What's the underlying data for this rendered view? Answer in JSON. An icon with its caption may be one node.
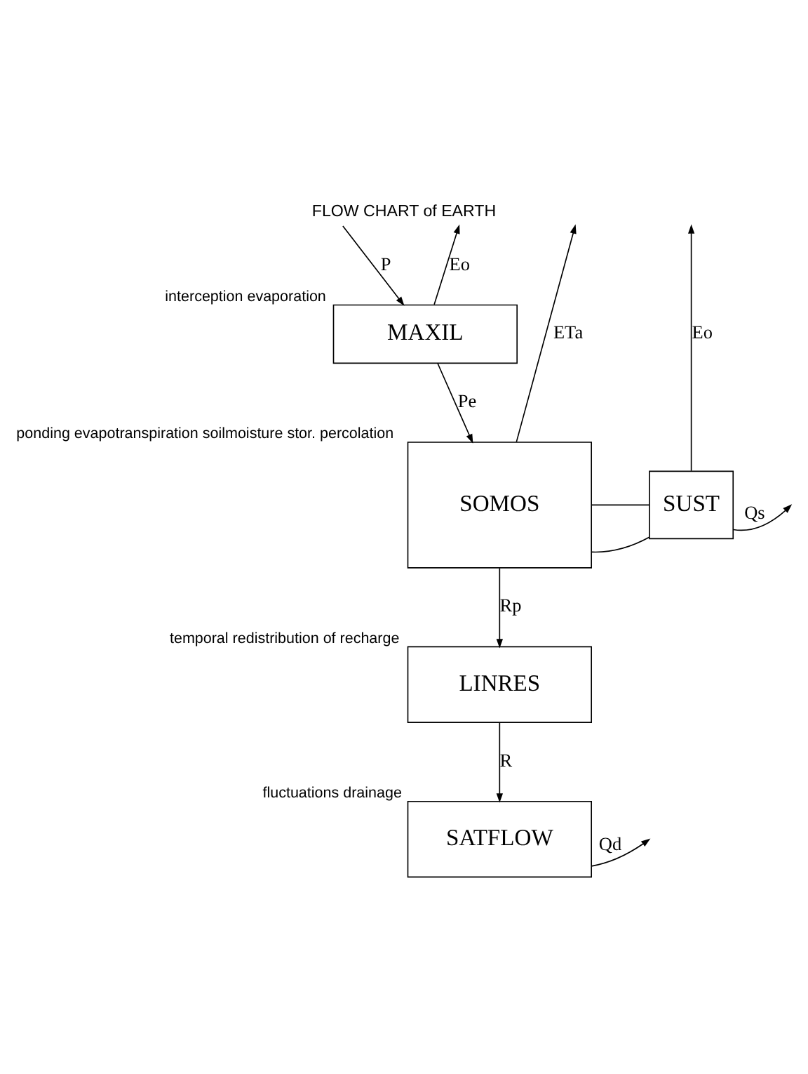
{
  "diagram": {
    "title": "FLOW CHART of EARTH",
    "nodes": [
      {
        "text": [
          "MAXIL"
        ],
        "beside": [
          "interception evaporation"
        ]
      },
      {
        "text": [
          "SOMOS"
        ],
        "beside": [
          "ponding evapotranspiration soilmoisture stor. percolation"
        ]
      },
      {
        "text": [
          "SUST"
        ]
      },
      {
        "text": [
          "LINRES"
        ],
        "beside": [
          "temporal redistribution of recharge"
        ]
      },
      {
        "text": [
          "SATFLOW"
        ],
        "beside": [
          "fluctuations drainage"
        ]
      }
    ],
    "edges": [
      {
        "from": null,
        "to": 0,
        "arrow": "to",
        "label": "P"
      },
      {
        "from": 0,
        "to": null,
        "arrow": "to",
        "label": "Eo"
      },
      {
        "from": 1,
        "to": null,
        "arrow": "to",
        "label": "ETa"
      },
      {
        "from": 0,
        "to": 1,
        "arrow": "to",
        "label": "Pe"
      },
      {
        "from": 1,
        "to": 2,
        "arrow": "none"
      },
      {
        "from": 2,
        "to": 1,
        "arrow": "none"
      },
      {
        "from": 2,
        "to": null,
        "arrow": "to",
        "label": "Eo"
      },
      {
        "from": 2,
        "to": null,
        "arrow": "to",
        "label": "Qs"
      },
      {
        "from": 1,
        "to": 3,
        "arrow": "to",
        "label": "Rp"
      },
      {
        "from": 3,
        "to": 4,
        "arrow": "to",
        "label": "R"
      },
      {
        "from": 4,
        "to": null,
        "arrow": "to",
        "label": "Qd"
      }
    ]
  }
}
